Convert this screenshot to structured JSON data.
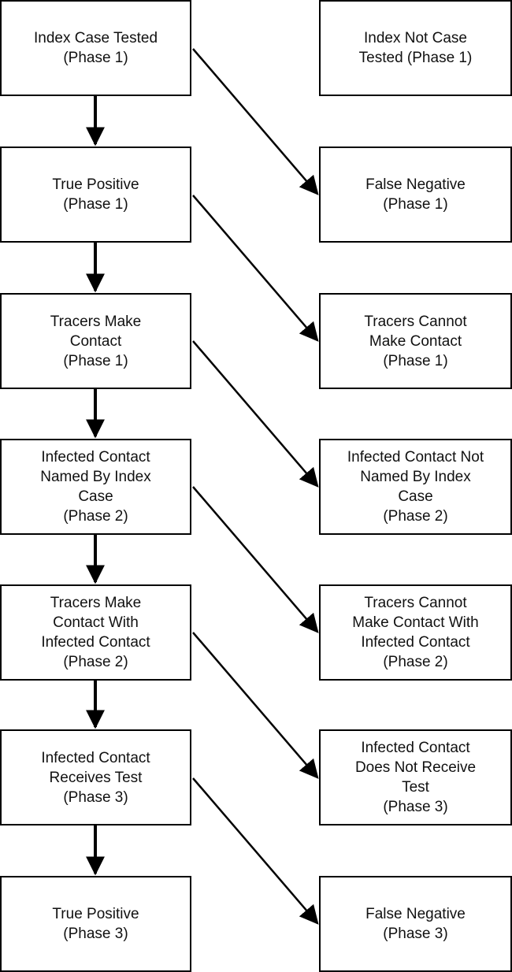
{
  "diagram": {
    "left_column": [
      {
        "label": "Index Case Tested\n(Phase 1)"
      },
      {
        "label": "True Positive\n(Phase 1)"
      },
      {
        "label": "Tracers Make\nContact\n(Phase 1)"
      },
      {
        "label": "Infected Contact\nNamed By Index\nCase\n(Phase 2)"
      },
      {
        "label": "Tracers Make\nContact With\nInfected Contact\n(Phase 2)"
      },
      {
        "label": "Infected Contact\nReceives Test\n(Phase 3)"
      },
      {
        "label": "True Positive\n(Phase 3)"
      }
    ],
    "right_column": [
      {
        "label": "Index Not Case\nTested (Phase 1)"
      },
      {
        "label": "False Negative\n(Phase 1)"
      },
      {
        "label": "Tracers Cannot\nMake Contact\n(Phase 1)"
      },
      {
        "label": "Infected Contact Not\nNamed By Index\nCase\n(Phase 2)"
      },
      {
        "label": "Tracers Cannot\nMake Contact With\nInfected Contact\n(Phase 2)"
      },
      {
        "label": "Infected Contact\nDoes Not Receive\nTest\n(Phase 3)"
      },
      {
        "label": "False Negative\n(Phase 3)"
      }
    ],
    "colors": {
      "stroke": "#000000",
      "background": "#ffffff",
      "text": "#111111"
    }
  }
}
